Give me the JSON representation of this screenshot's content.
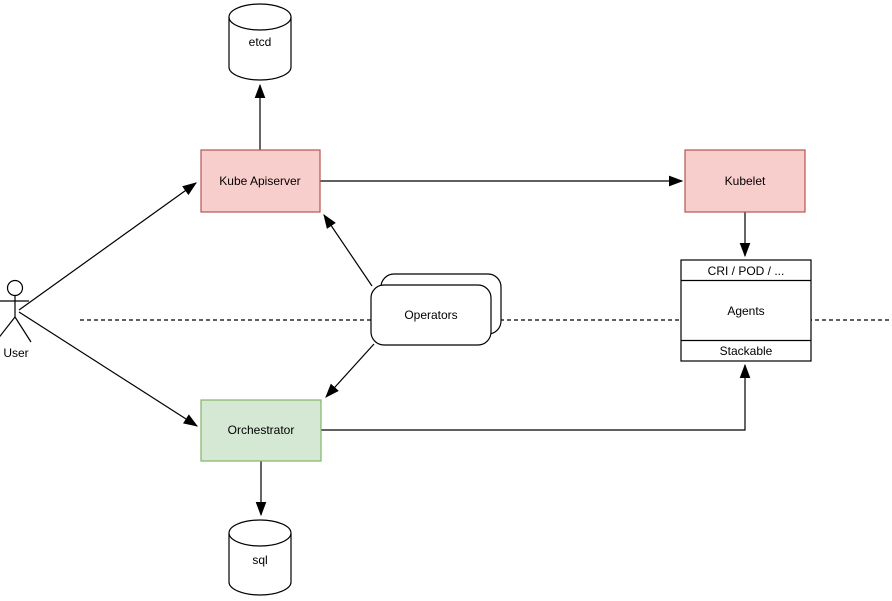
{
  "diagram": {
    "background": "#ffffff",
    "line_color": "#000000",
    "nodes": {
      "etcd": {
        "label": "etcd",
        "shape": "cylinder",
        "fill": "#ffffff",
        "stroke": "#000000"
      },
      "kube_apiserver": {
        "label": "Kube Apiserver",
        "shape": "rectangle",
        "fill": "#f8cecc",
        "stroke": "#b85450"
      },
      "kubelet": {
        "label": "Kubelet",
        "shape": "rectangle",
        "fill": "#f8cecc",
        "stroke": "#b85450"
      },
      "operators": {
        "label": "Operators",
        "shape": "stacked-rounded-rectangle",
        "fill": "#ffffff",
        "stroke": "#000000"
      },
      "agents": {
        "header": "CRI / POD / ...",
        "body": "Agents",
        "footer": "Stackable",
        "shape": "sectioned-rectangle",
        "fill": "#ffffff",
        "stroke": "#000000"
      },
      "orchestrator": {
        "label": "Orchestrator",
        "shape": "rectangle",
        "fill": "#d5e8d4",
        "stroke": "#82b366"
      },
      "sql": {
        "label": "sql",
        "shape": "cylinder",
        "fill": "#ffffff",
        "stroke": "#000000"
      },
      "user": {
        "label": "User",
        "shape": "actor",
        "stroke": "#000000"
      }
    },
    "edges": [
      {
        "from": "user",
        "to": "kube_apiserver",
        "arrow": true
      },
      {
        "from": "user",
        "to": "orchestrator",
        "arrow": true
      },
      {
        "from": "kube_apiserver",
        "to": "etcd",
        "arrow": true
      },
      {
        "from": "kube_apiserver",
        "to": "kubelet",
        "arrow": true
      },
      {
        "from": "operators",
        "to": "kube_apiserver",
        "arrow": true
      },
      {
        "from": "operators",
        "to": "orchestrator",
        "arrow": true
      },
      {
        "from": "kubelet",
        "to": "agents",
        "arrow": true
      },
      {
        "from": "orchestrator",
        "to": "agents",
        "arrow": true
      },
      {
        "from": "orchestrator",
        "to": "sql",
        "arrow": true
      }
    ],
    "boundary": {
      "style": "dashed",
      "color": "#000000"
    }
  }
}
